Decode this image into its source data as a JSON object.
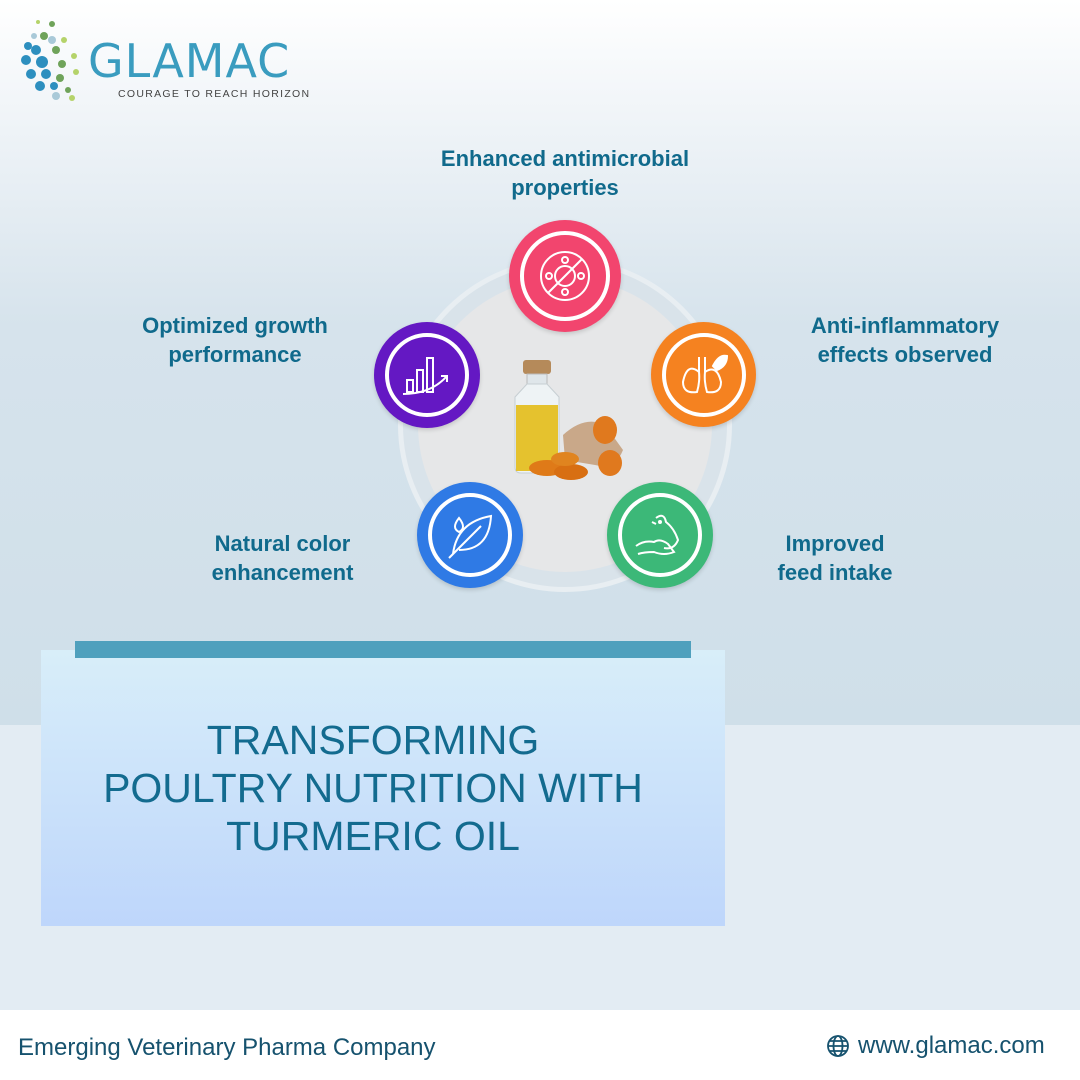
{
  "brand": {
    "name": "GLAMAC",
    "tagline": "COURAGE TO REACH HORIZON"
  },
  "benefits": [
    {
      "label": "Enhanced antimicrobial properties",
      "icon": "antivirus-icon",
      "color": "#f2456e"
    },
    {
      "label": "Anti-inflammatory effects observed",
      "icon": "lungs-leaf-icon",
      "color": "#f58220"
    },
    {
      "label": "Improved feed intake",
      "icon": "chicken-hand-icon",
      "color": "#3cb878"
    },
    {
      "label": "Natural color enhancement",
      "icon": "leaf-drop-icon",
      "color": "#2f7ae5"
    },
    {
      "label": "Optimized growth performance",
      "icon": "growth-chart-icon",
      "color": "#6418c3"
    }
  ],
  "title": {
    "line1": "TRANSFORMING",
    "line2": "POULTRY NUTRITION WITH",
    "line3": "TURMERIC OIL"
  },
  "footer": {
    "company": "Emerging Veterinary Pharma Company",
    "website": "www.glamac.com"
  }
}
